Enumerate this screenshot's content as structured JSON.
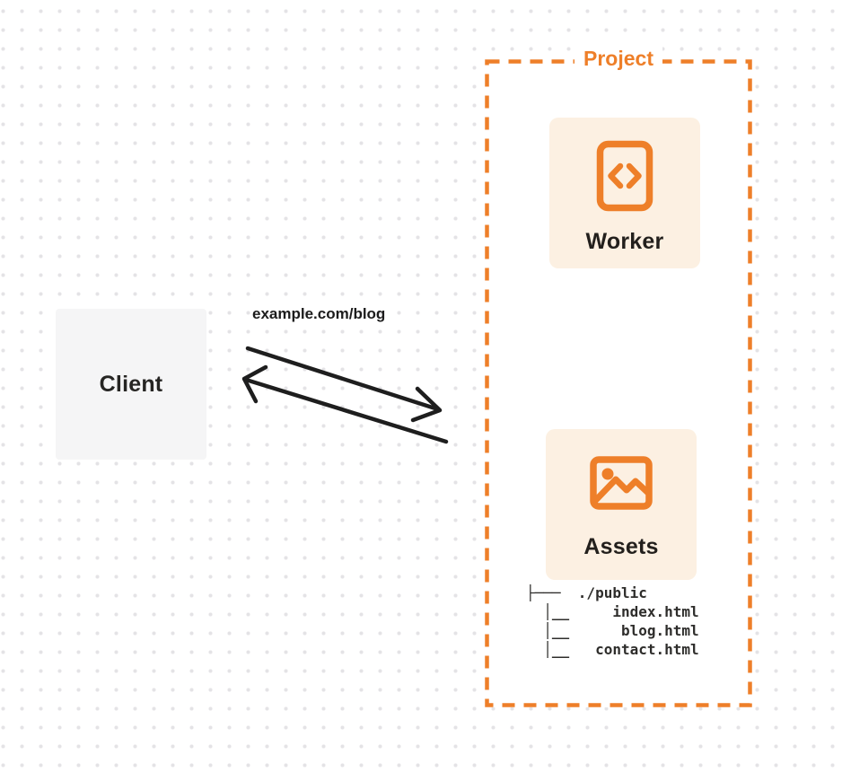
{
  "colors": {
    "orange": "#ee7f29",
    "card_bg": "#fcf0e2",
    "client_bg": "#f5f5f6",
    "arrow": "#1e1e1e",
    "dot_grid": "#e4e3e6"
  },
  "client": {
    "label": "Client"
  },
  "request": {
    "label": "example.com/blog"
  },
  "project": {
    "label": "Project",
    "worker": {
      "label": "Worker",
      "icon": "code-document-icon"
    },
    "assets": {
      "label": "Assets",
      "icon": "image-icon",
      "file_tree": {
        "root": "./public",
        "files": [
          "index.html",
          "blog.html",
          "contact.html"
        ],
        "lines": [
          "├───  ./public",
          "  │__     index.html",
          "  │__      blog.html",
          "  │__   contact.html"
        ]
      }
    }
  }
}
